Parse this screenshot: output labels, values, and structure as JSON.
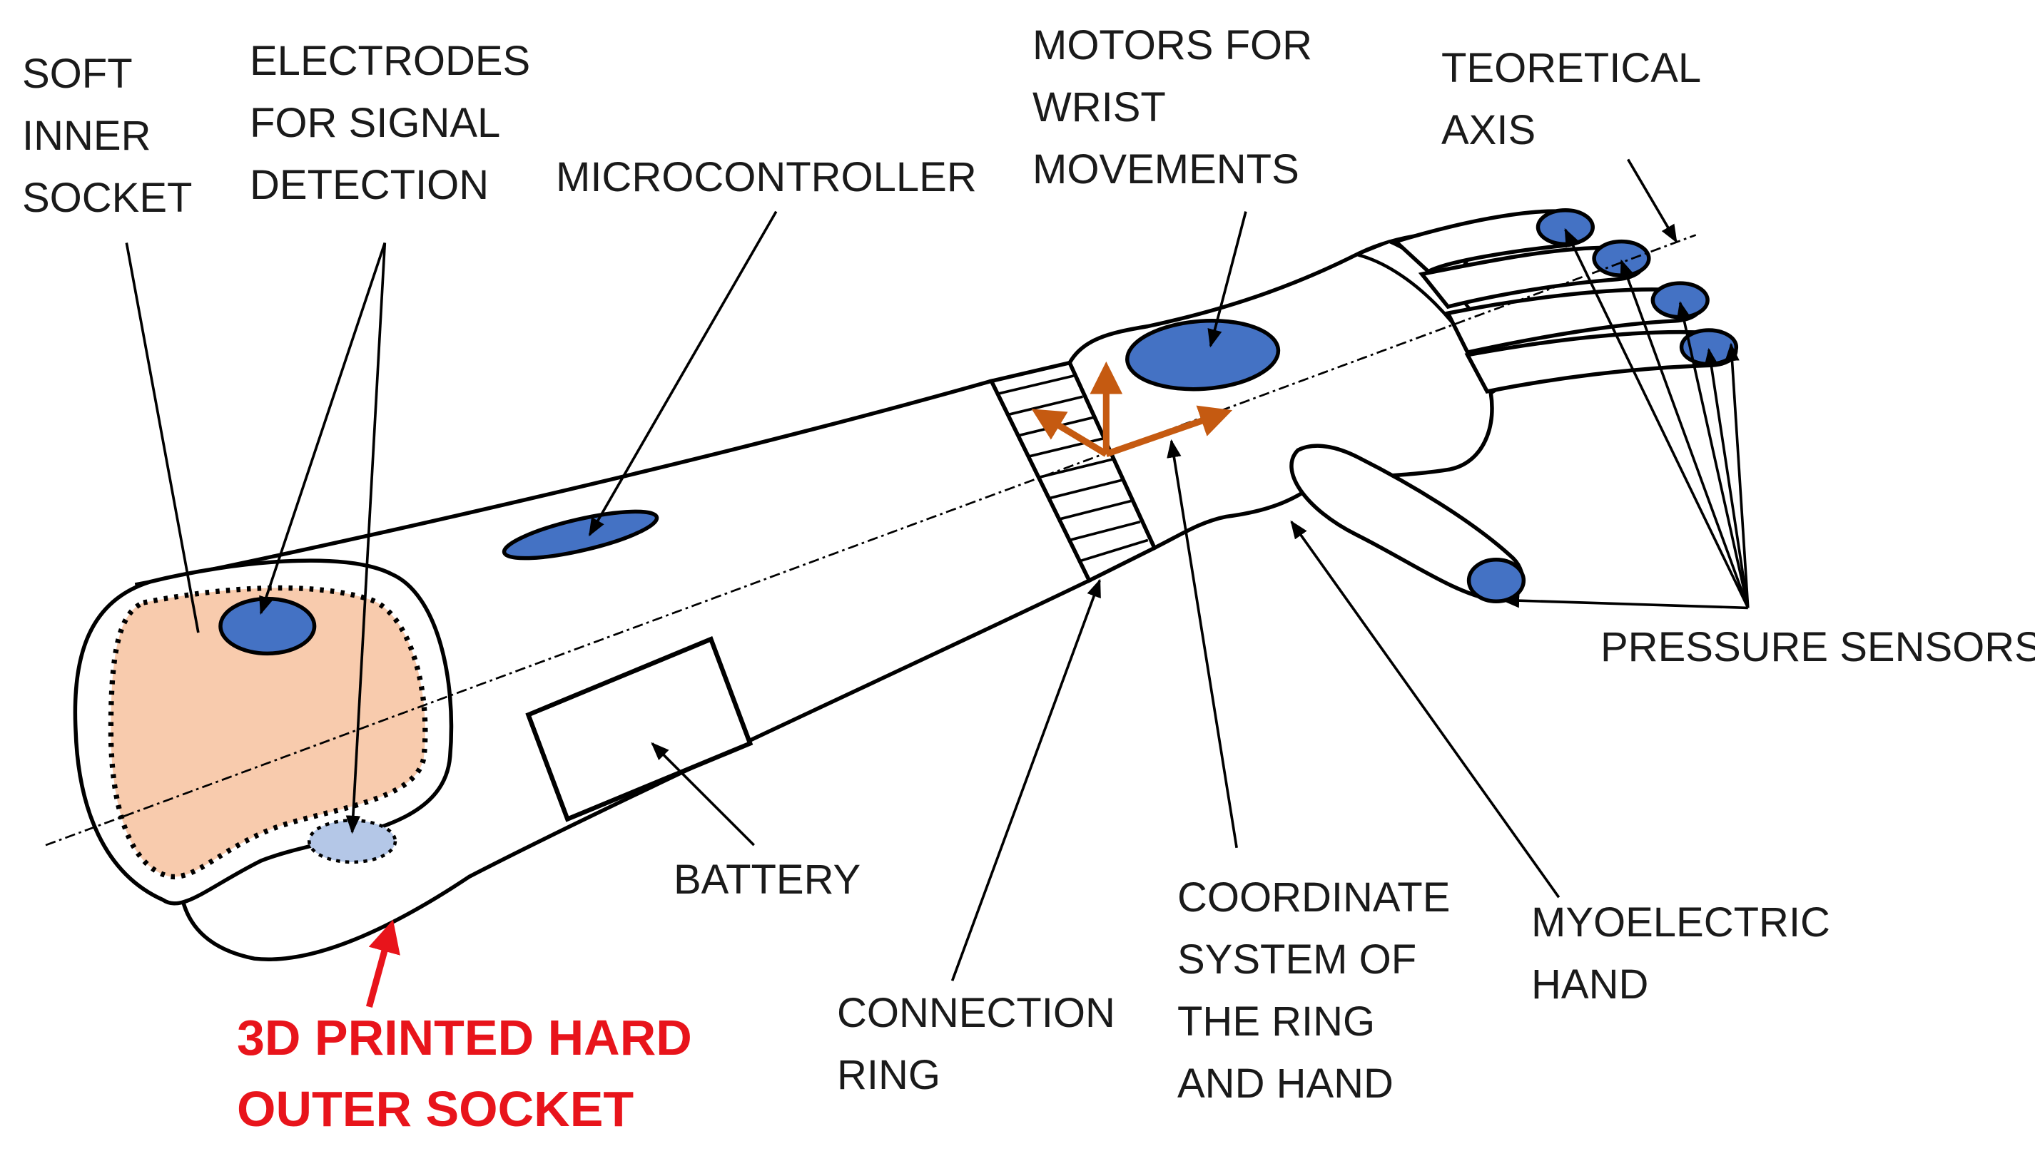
{
  "labels": {
    "soft_inner_socket": [
      "SOFT",
      "INNER",
      "SOCKET"
    ],
    "electrodes": [
      "ELECTRODES",
      "FOR SIGNAL",
      "DETECTION"
    ],
    "microcontroller": [
      "MICROCONTROLLER"
    ],
    "motors": [
      "MOTORS FOR",
      "WRIST",
      "MOVEMENTS"
    ],
    "teoretical_axis": [
      "TEORETICAL",
      "AXIS"
    ],
    "pressure_sensors": [
      "PRESSURE SENSORS"
    ],
    "battery": [
      "BATTERY"
    ],
    "coordinate_system": [
      "COORDINATE",
      "SYSTEM OF",
      "THE RING",
      "AND HAND"
    ],
    "myoelectric_hand": [
      "MYOELECTRIC",
      "HAND"
    ],
    "connection_ring": [
      "CONNECTION",
      "RING"
    ],
    "outer_socket": [
      "3D PRINTED HARD",
      "OUTER SOCKET"
    ]
  },
  "colors": {
    "outline": "#000000",
    "inner_socket_fill": "#f8cbad",
    "sensor_fill": "#4472c4",
    "faint_electrode_fill": "#b4c7e7",
    "axis_arrows": "#c55a11",
    "outer_socket_text": "#e8141b"
  }
}
